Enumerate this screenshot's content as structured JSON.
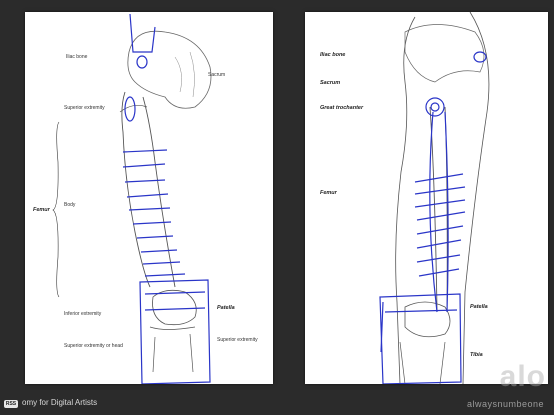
{
  "left_page": {
    "labels": {
      "iliac_bone": "Iliac bone",
      "sacrum": "Sacrum",
      "superior_extremity": "Superior extremity",
      "femur": "Femur",
      "body": "Body",
      "patella": "Patella",
      "inferior_extremity": "Inferior extremity",
      "superior_extremity_head": "Superior extremity or head",
      "superior_extremity_right": "Superior extremity"
    }
  },
  "right_page": {
    "labels": {
      "iliac_bone": "Iliac bone",
      "sacrum": "Sacrum",
      "great_trochanter": "Great trochanter",
      "femur": "Femur",
      "patella": "Patella",
      "tibia": "Tibia"
    }
  },
  "footer": {
    "title": "omy for Digital Artists",
    "logo": "RSS",
    "watermark": "alwaysnumbeone",
    "watermark_big": "alo"
  },
  "colors": {
    "sketch_blue": "#2a35c8",
    "line": "#555555",
    "background": "#2b2b2b"
  }
}
